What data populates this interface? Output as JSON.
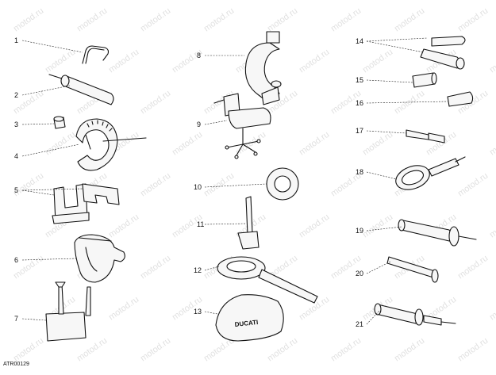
{
  "watermark": "motod.ru",
  "diagram_code": "ATR00129",
  "labels": [
    "1",
    "2",
    "3",
    "4",
    "5",
    "6",
    "7",
    "8",
    "9",
    "10",
    "11",
    "12",
    "13",
    "14",
    "15",
    "16",
    "17",
    "18",
    "19",
    "20",
    "21"
  ],
  "brand_mark": "DUCATI"
}
